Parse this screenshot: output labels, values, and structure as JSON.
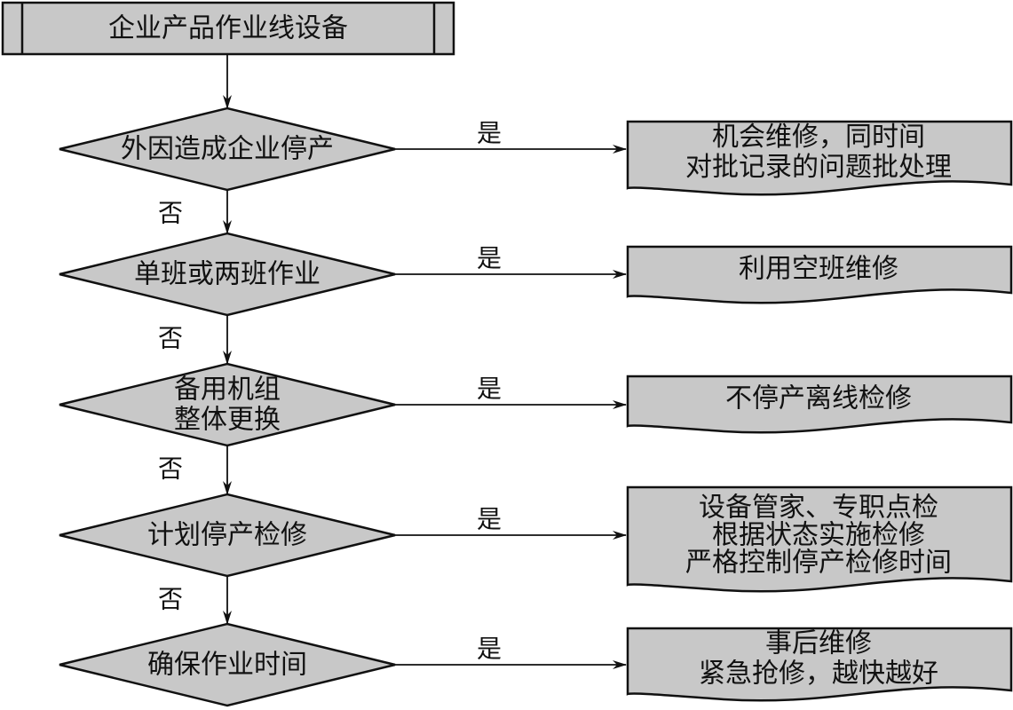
{
  "start": {
    "label": "企业产品作业线设备"
  },
  "yes_label": "是",
  "no_label": "否",
  "decisions": [
    {
      "lines": [
        "外因造成企业停产"
      ],
      "result": [
        "机会维修，同时间",
        "对批记录的问题批处理"
      ]
    },
    {
      "lines": [
        "单班或两班作业"
      ],
      "result": [
        "利用空班维修"
      ]
    },
    {
      "lines": [
        "备用机组",
        "整体更换"
      ],
      "result": [
        "不停产离线检修"
      ]
    },
    {
      "lines": [
        "计划停产检修"
      ],
      "result": [
        "设备管家、专职点检",
        "根据状态实施检修",
        "严格控制停产检修时间"
      ]
    },
    {
      "lines": [
        "确保作业时间"
      ],
      "result": [
        "事后维修",
        "紧急抢修，越快越好"
      ]
    }
  ],
  "colors": {
    "fill": "#c8c8c8",
    "stroke": "#111111"
  }
}
